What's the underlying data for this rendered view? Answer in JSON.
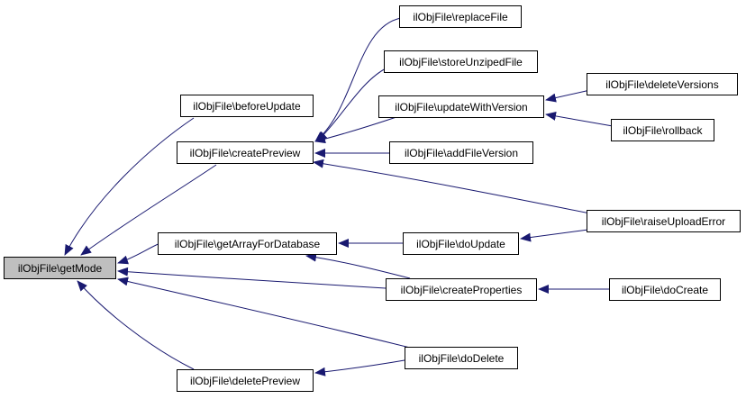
{
  "graph": {
    "edge_color": "#191970",
    "root_fill": "#bfbfbf",
    "nodes": [
      {
        "id": "getMode",
        "label": "ilObjFile\\getMode",
        "root": true
      },
      {
        "id": "beforeUpdate",
        "label": "ilObjFile\\beforeUpdate"
      },
      {
        "id": "createPreview",
        "label": "ilObjFile\\createPreview"
      },
      {
        "id": "getArrayForDatabase",
        "label": "ilObjFile\\getArrayForDatabase"
      },
      {
        "id": "deletePreview",
        "label": "ilObjFile\\deletePreview"
      },
      {
        "id": "replaceFile",
        "label": "ilObjFile\\replaceFile"
      },
      {
        "id": "storeUnzipedFile",
        "label": "ilObjFile\\storeUnzipedFile"
      },
      {
        "id": "updateWithVersion",
        "label": "ilObjFile\\updateWithVersion"
      },
      {
        "id": "addFileVersion",
        "label": "ilObjFile\\addFileVersion"
      },
      {
        "id": "doUpdate",
        "label": "ilObjFile\\doUpdate"
      },
      {
        "id": "createProperties",
        "label": "ilObjFile\\createProperties"
      },
      {
        "id": "doDelete",
        "label": "ilObjFile\\doDelete"
      },
      {
        "id": "deleteVersions",
        "label": "ilObjFile\\deleteVersions"
      },
      {
        "id": "rollback",
        "label": "ilObjFile\\rollback"
      },
      {
        "id": "raiseUploadError",
        "label": "ilObjFile\\raiseUploadError"
      },
      {
        "id": "doCreate",
        "label": "ilObjFile\\doCreate"
      }
    ],
    "edges": [
      {
        "from": "beforeUpdate",
        "to": "getMode"
      },
      {
        "from": "createPreview",
        "to": "getMode"
      },
      {
        "from": "getArrayForDatabase",
        "to": "getMode"
      },
      {
        "from": "createProperties",
        "to": "getMode"
      },
      {
        "from": "doDelete",
        "to": "getMode"
      },
      {
        "from": "deletePreview",
        "to": "getMode"
      },
      {
        "from": "replaceFile",
        "to": "createPreview"
      },
      {
        "from": "storeUnzipedFile",
        "to": "createPreview"
      },
      {
        "from": "updateWithVersion",
        "to": "createPreview"
      },
      {
        "from": "addFileVersion",
        "to": "createPreview"
      },
      {
        "from": "raiseUploadError",
        "to": "createPreview"
      },
      {
        "from": "deleteVersions",
        "to": "updateWithVersion"
      },
      {
        "from": "rollback",
        "to": "updateWithVersion"
      },
      {
        "from": "doUpdate",
        "to": "getArrayForDatabase"
      },
      {
        "from": "createProperties",
        "to": "getArrayForDatabase"
      },
      {
        "from": "raiseUploadError",
        "to": "doUpdate"
      },
      {
        "from": "doCreate",
        "to": "createProperties"
      },
      {
        "from": "doDelete",
        "to": "deletePreview"
      }
    ]
  }
}
